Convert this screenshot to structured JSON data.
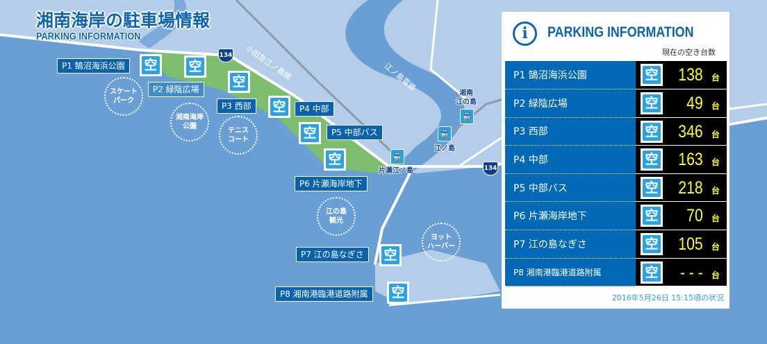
{
  "header": {
    "title": "湘南海岸の駐車場情報",
    "subtitle": "PARKING INFORMATION"
  },
  "map": {
    "labels": {
      "p1": "P1 鵠沼海浜公園",
      "p2": "P2 緑陰広場",
      "p3": "P3 西部",
      "p4": "P4 中部",
      "p5": "P5 中部バス",
      "p6": "P6 片瀬海岸地下",
      "p7": "P7 江の島なぎさ",
      "p8": "P8 湘南港臨港道路附属"
    },
    "vacancy_icon": "空",
    "landmarks": {
      "skate": "スケート\nパーク",
      "park": "湘南海岸\n公園",
      "tennis": "テニス\nコート",
      "enoshima": "江の島\n観光",
      "yacht": "ヨット\nハーバー"
    },
    "rail": {
      "odakyu": "小田急江ノ島線",
      "enoden": "江ノ島電鉄"
    },
    "route": "134",
    "stations": {
      "shonan_enoshima": "湘南\n江の島",
      "enoshima": "江ノ島",
      "katase_enoshima": "片瀬江ノ島"
    }
  },
  "panel": {
    "title": "PARKING INFORMATION",
    "subtitle": "現在の空き台数",
    "unit": "台",
    "rows": [
      {
        "name": "P1  鵠沼海浜公園",
        "status": "空",
        "count": "138"
      },
      {
        "name": "P2  緑陰広場",
        "status": "空",
        "count": "49"
      },
      {
        "name": "P3  西部",
        "status": "空",
        "count": "346"
      },
      {
        "name": "P4  中部",
        "status": "空",
        "count": "163"
      },
      {
        "name": "P5  中部バス",
        "status": "空",
        "count": "218"
      },
      {
        "name": "P6  片瀬海岸地下",
        "status": "空",
        "count": "70"
      },
      {
        "name": "P7  江の島なぎさ",
        "status": "空",
        "count": "105"
      },
      {
        "name": "P8  湘南港臨港道路附属",
        "status": "空",
        "count": "- - -"
      }
    ],
    "updated": "2016年5月26日 15:15頃の状況"
  },
  "colors": {
    "land": "#b4cde9",
    "sea": "#6a9fd5",
    "green": "#7cbd6e",
    "label": "#0a62ae",
    "vacant": "#2aa3e0",
    "count": "#ffff22"
  }
}
